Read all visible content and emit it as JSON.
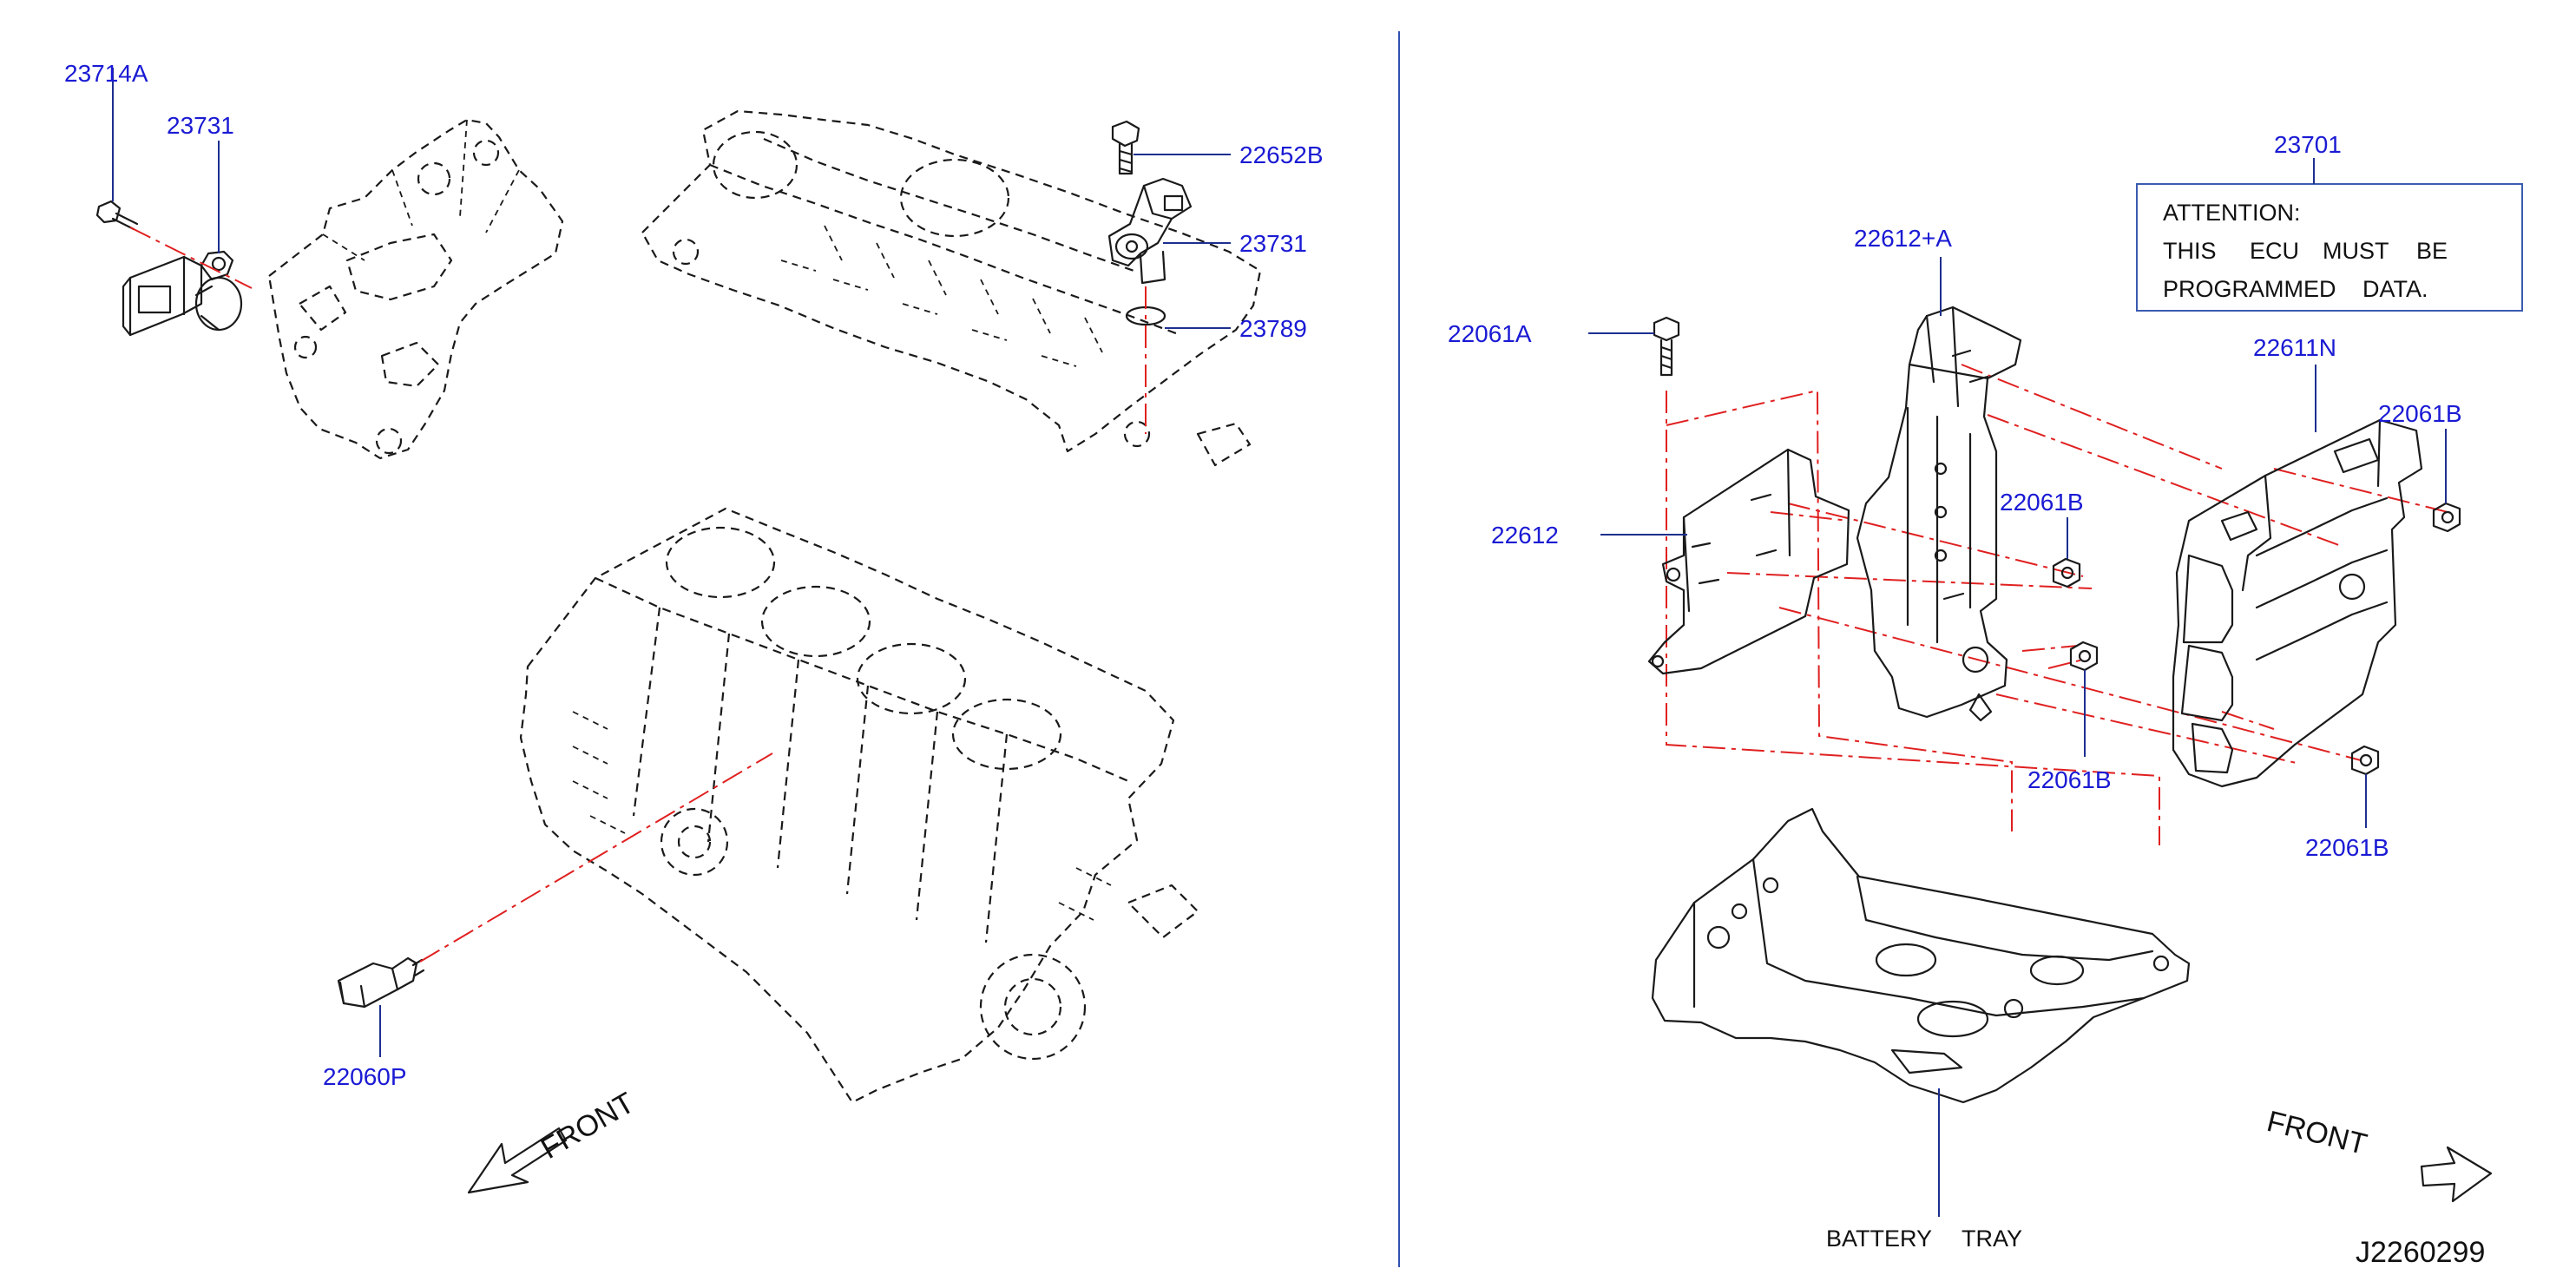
{
  "diagram_id": "J2260299",
  "parts": {
    "p23714A": "23714A",
    "p23731_left": "23731",
    "p22652B": "22652B",
    "p23731_right": "23731",
    "p23789": "23789",
    "p22060P": "22060P",
    "p23701": "23701",
    "p22612A": "22612+A",
    "p22061A": "22061A",
    "p22612": "22612",
    "p22611N": "22611N",
    "p22061B_top_right": "22061B",
    "p22061B_mid": "22061B",
    "p22061B_lower_mid": "22061B",
    "p22061B_bottom_right": "22061B"
  },
  "attention_note": {
    "line1": "ATTENTION:",
    "line2_words": [
      "THIS",
      "ECU",
      "MUST",
      "BE"
    ],
    "line3_words": [
      "PROGRAMMED",
      "DATA."
    ]
  },
  "battery_tray_words": [
    "BATTERY",
    "TRAY"
  ],
  "front_left": "FRONT",
  "front_right": "FRONT",
  "colors": {
    "label_text": "#1a1ad4",
    "leader_line": "#1d2f8f",
    "center_line": "#e02020",
    "divider": "#3050b0",
    "outline": "#1a1a1a"
  }
}
